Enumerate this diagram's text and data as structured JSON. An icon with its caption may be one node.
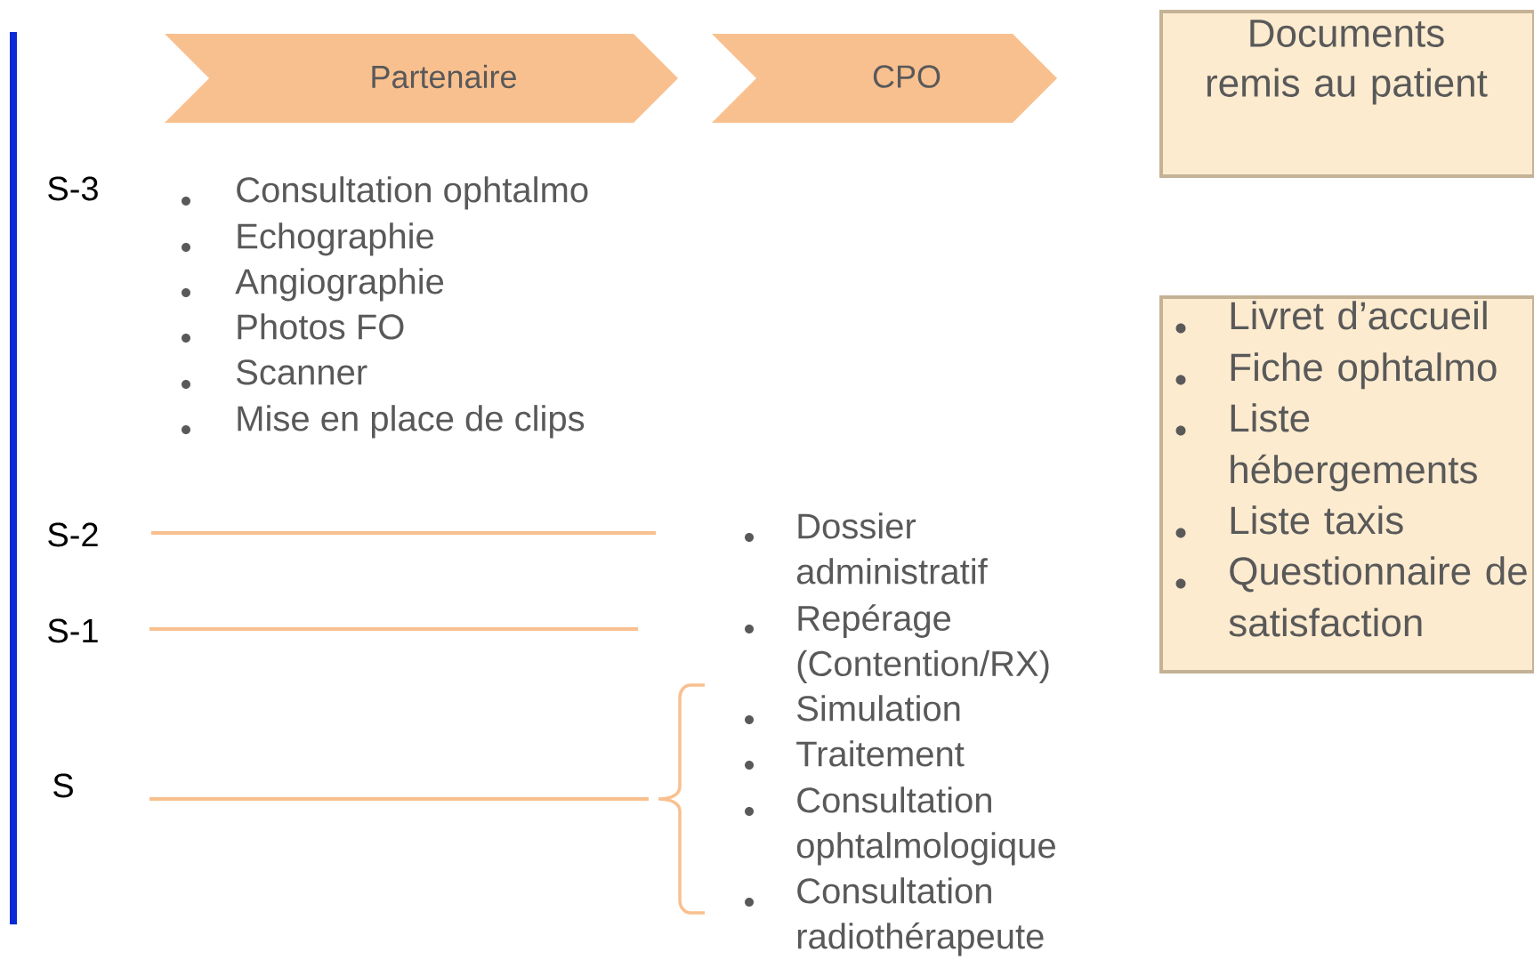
{
  "diagram": {
    "nodes": [
      {
        "text": [
          "Partenaire"
        ]
      },
      {
        "text": [
          "CPO"
        ]
      },
      {
        "text": [
          "Documents remis au patient"
        ]
      },
      {
        "text": [
          "Livret d’accueil",
          "Fiche ophtalmo",
          "Liste hébergements",
          "Liste taxis",
          "Questionnaire de satisfaction"
        ]
      }
    ],
    "labels": [
      "S-3",
      "Consultation ophtalmo",
      "Echographie",
      "Angiographie",
      "Photos FO",
      "Scanner",
      "Mise en place de clips",
      "S-2",
      "Dossier administratif",
      "S-1",
      "Repérage (Contention/RX)",
      "Simulation",
      "Traitement",
      "S",
      "Consultation ophtalmologique",
      "Consultation radiothérapeute"
    ]
  }
}
